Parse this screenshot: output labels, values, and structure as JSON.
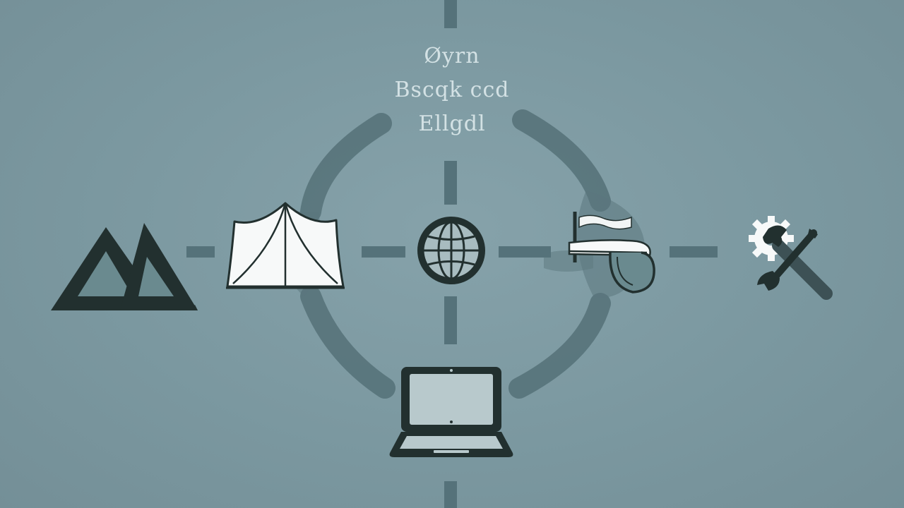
{
  "title": {
    "line1": "Øyrn",
    "line2": "Bscqk ccd",
    "line3": "Ellgdl"
  },
  "colors": {
    "background": "#7b98a0",
    "dark_stroke": "#22302f",
    "ring": "#4f6b72",
    "dash": "#55727a",
    "paper": "#f7f9f9",
    "title_text": "#e2eef0"
  },
  "nodes": [
    {
      "id": "mountains",
      "icon": "mountain-icon"
    },
    {
      "id": "tent",
      "icon": "tent-icon"
    },
    {
      "id": "globe",
      "icon": "globe-icon"
    },
    {
      "id": "flag",
      "icon": "flag-icon"
    },
    {
      "id": "tools",
      "icon": "wrench-gear-icon"
    },
    {
      "id": "laptop",
      "icon": "laptop-icon"
    }
  ]
}
